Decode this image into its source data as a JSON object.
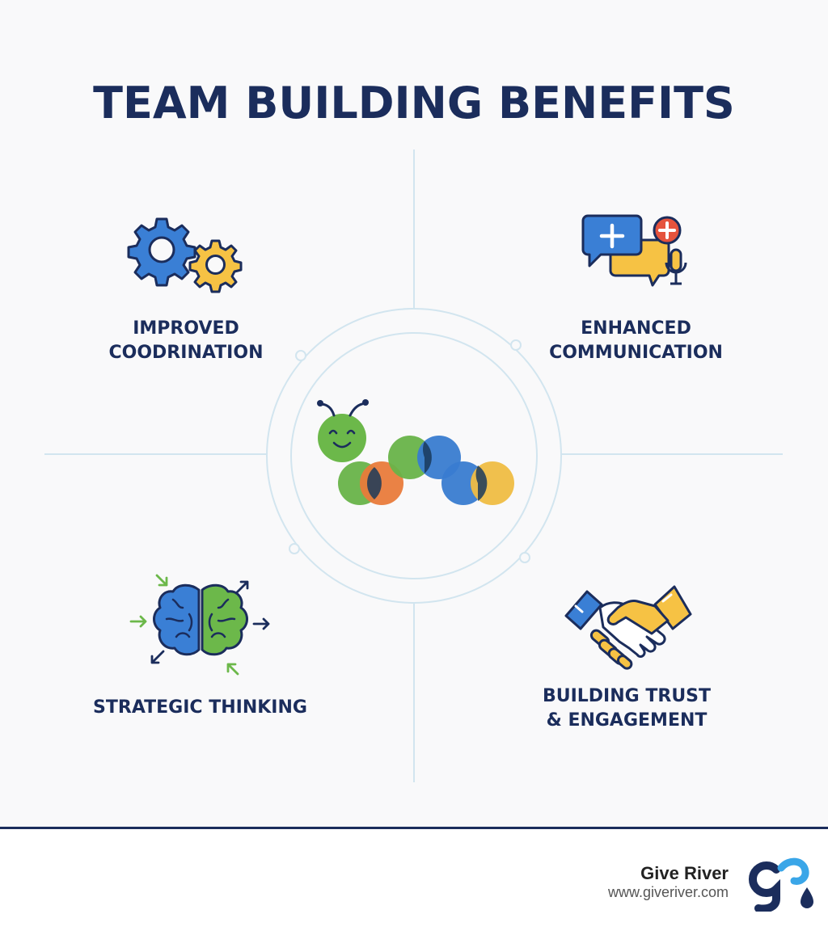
{
  "title": "TEAM BUILDING BENEFITS",
  "center": {
    "icon": "caterpillar-icon"
  },
  "benefits": [
    {
      "line1": "IMPROVED",
      "line2": "COODRINATION",
      "icon": "gears-icon"
    },
    {
      "line1": "ENHANCED",
      "line2": "COMMUNICATION",
      "icon": "chat-bubbles-microphone-icon"
    },
    {
      "line1": "STRATEGIC THINKING",
      "line2": "",
      "icon": "brain-arrows-icon"
    },
    {
      "line1": "BUILDING TRUST",
      "line2": "& ENGAGEMENT",
      "icon": "handshake-icon"
    }
  ],
  "footer": {
    "brand_name": "Give River",
    "brand_url": "www.giveriver.com",
    "logo_icon": "give-river-logo-icon"
  },
  "colors": {
    "navy": "#1b2d5c",
    "blue": "#3a7fd5",
    "green": "#6cb84a",
    "orange": "#ef7e3c",
    "yellow": "#f6c244",
    "red": "#e5533d",
    "line": "#cfe3ee"
  }
}
